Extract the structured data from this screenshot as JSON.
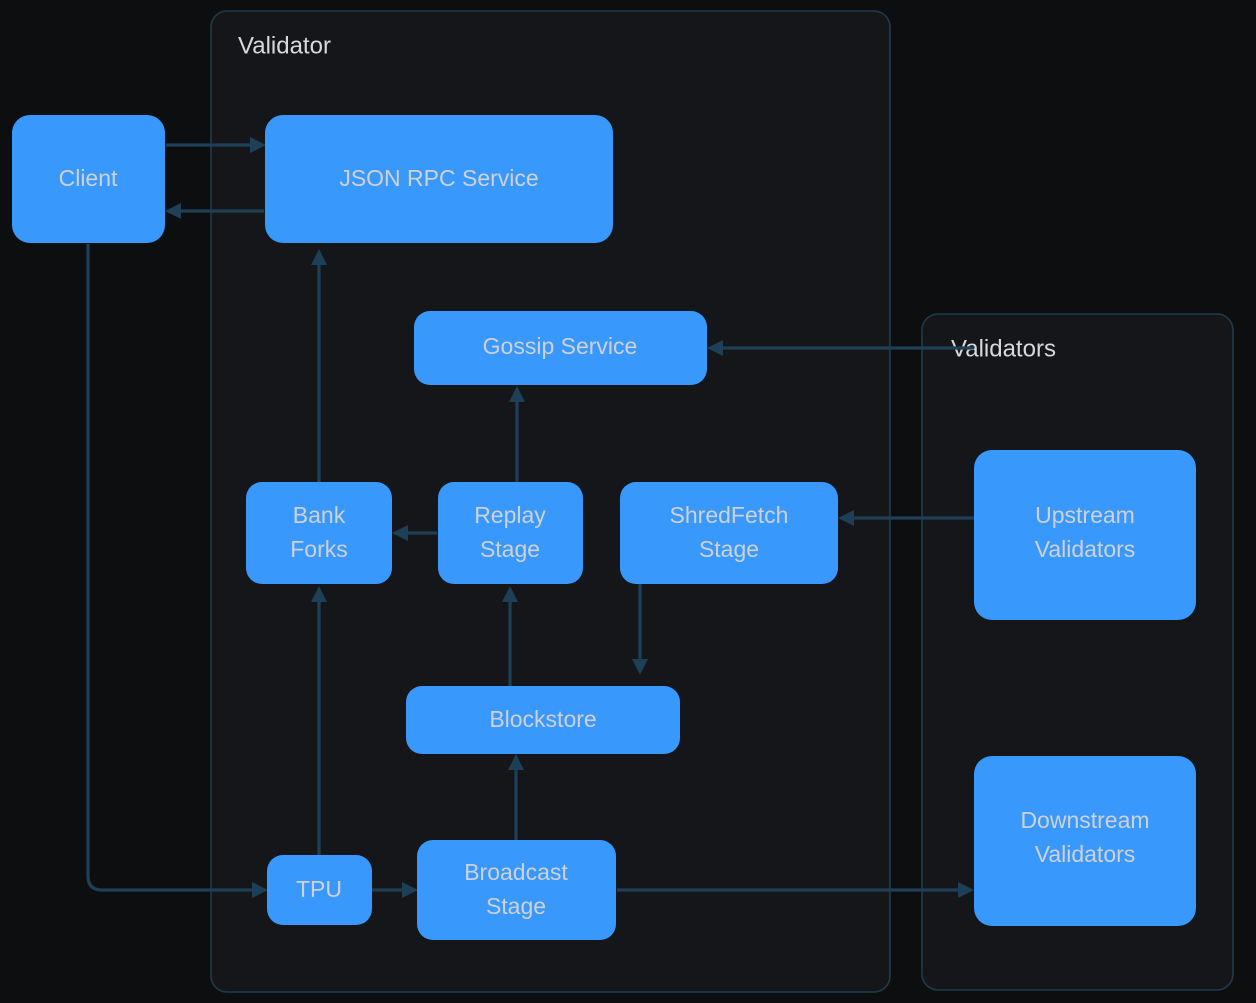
{
  "diagram": {
    "type": "flowchart",
    "theme": "dark",
    "colors": {
      "background": "#0d0e10",
      "cluster_fill": "#141619",
      "cluster_stroke": "#1f3b4d",
      "node_fill": "#3898fc",
      "node_text": "#cfd1d4",
      "edge_stroke": "#1e4057",
      "cluster_text": "#d7d9dc"
    },
    "clusters": [
      {
        "id": "validator",
        "label": "Validator"
      },
      {
        "id": "validators",
        "label": "Validators"
      }
    ],
    "nodes": [
      {
        "id": "client",
        "label": "Client",
        "lines": [
          "Client"
        ]
      },
      {
        "id": "rpc",
        "label": "JSON RPC Service",
        "lines": [
          "JSON RPC Service"
        ]
      },
      {
        "id": "gossip",
        "label": "Gossip Service",
        "lines": [
          "Gossip Service"
        ]
      },
      {
        "id": "bankforks",
        "label": "Bank Forks",
        "lines": [
          "Bank",
          "Forks"
        ]
      },
      {
        "id": "replay",
        "label": "Replay Stage",
        "lines": [
          "Replay",
          "Stage"
        ]
      },
      {
        "id": "shredfetch",
        "label": "ShredFetch Stage",
        "lines": [
          "ShredFetch",
          "Stage"
        ]
      },
      {
        "id": "blockstore",
        "label": "Blockstore",
        "lines": [
          "Blockstore"
        ]
      },
      {
        "id": "tpu",
        "label": "TPU",
        "lines": [
          "TPU"
        ]
      },
      {
        "id": "broadcast",
        "label": "Broadcast Stage",
        "lines": [
          "Broadcast",
          "Stage"
        ]
      },
      {
        "id": "upstream",
        "label": "Upstream Validators",
        "lines": [
          "Upstream",
          "Validators"
        ]
      },
      {
        "id": "downstream",
        "label": "Downstream Validators",
        "lines": [
          "Downstream",
          "Validators"
        ]
      }
    ],
    "edges": [
      {
        "from": "client",
        "to": "rpc",
        "label": ""
      },
      {
        "from": "rpc",
        "to": "client",
        "label": ""
      },
      {
        "from": "client",
        "to": "tpu",
        "label": ""
      },
      {
        "from": "bankforks",
        "to": "rpc",
        "label": ""
      },
      {
        "from": "replay",
        "to": "gossip",
        "label": ""
      },
      {
        "from": "replay",
        "to": "bankforks",
        "label": ""
      },
      {
        "from": "blockstore",
        "to": "replay",
        "label": ""
      },
      {
        "from": "shredfetch",
        "to": "blockstore",
        "label": ""
      },
      {
        "from": "tpu",
        "to": "bankforks",
        "label": ""
      },
      {
        "from": "tpu",
        "to": "broadcast",
        "label": ""
      },
      {
        "from": "broadcast",
        "to": "blockstore",
        "label": ""
      },
      {
        "from": "broadcast",
        "to": "downstream",
        "label": ""
      },
      {
        "from": "upstream",
        "to": "gossip",
        "label": ""
      },
      {
        "from": "upstream",
        "to": "shredfetch",
        "label": ""
      }
    ]
  }
}
